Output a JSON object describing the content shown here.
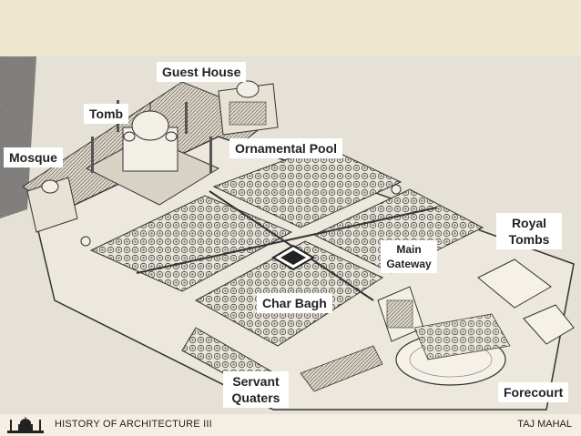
{
  "labels": {
    "guest_house": "Guest House",
    "tomb": "Tomb",
    "mosque": "Mosque",
    "ornamental_pool": "Ornamental Pool",
    "royal_tombs": "Royal Tombs",
    "main_gateway": "Main Gateway",
    "char_bagh": "Char Bagh",
    "servant_quaters": "Servant Quaters",
    "forecourt": "Forecourt"
  },
  "footer": {
    "left": "HISTORY OF ARCHITECTURE III",
    "right": "TAJ MAHAL"
  },
  "colors": {
    "background": "#f4efe2",
    "label_bg": "#ffffff",
    "ink": "#2b2b2b"
  }
}
